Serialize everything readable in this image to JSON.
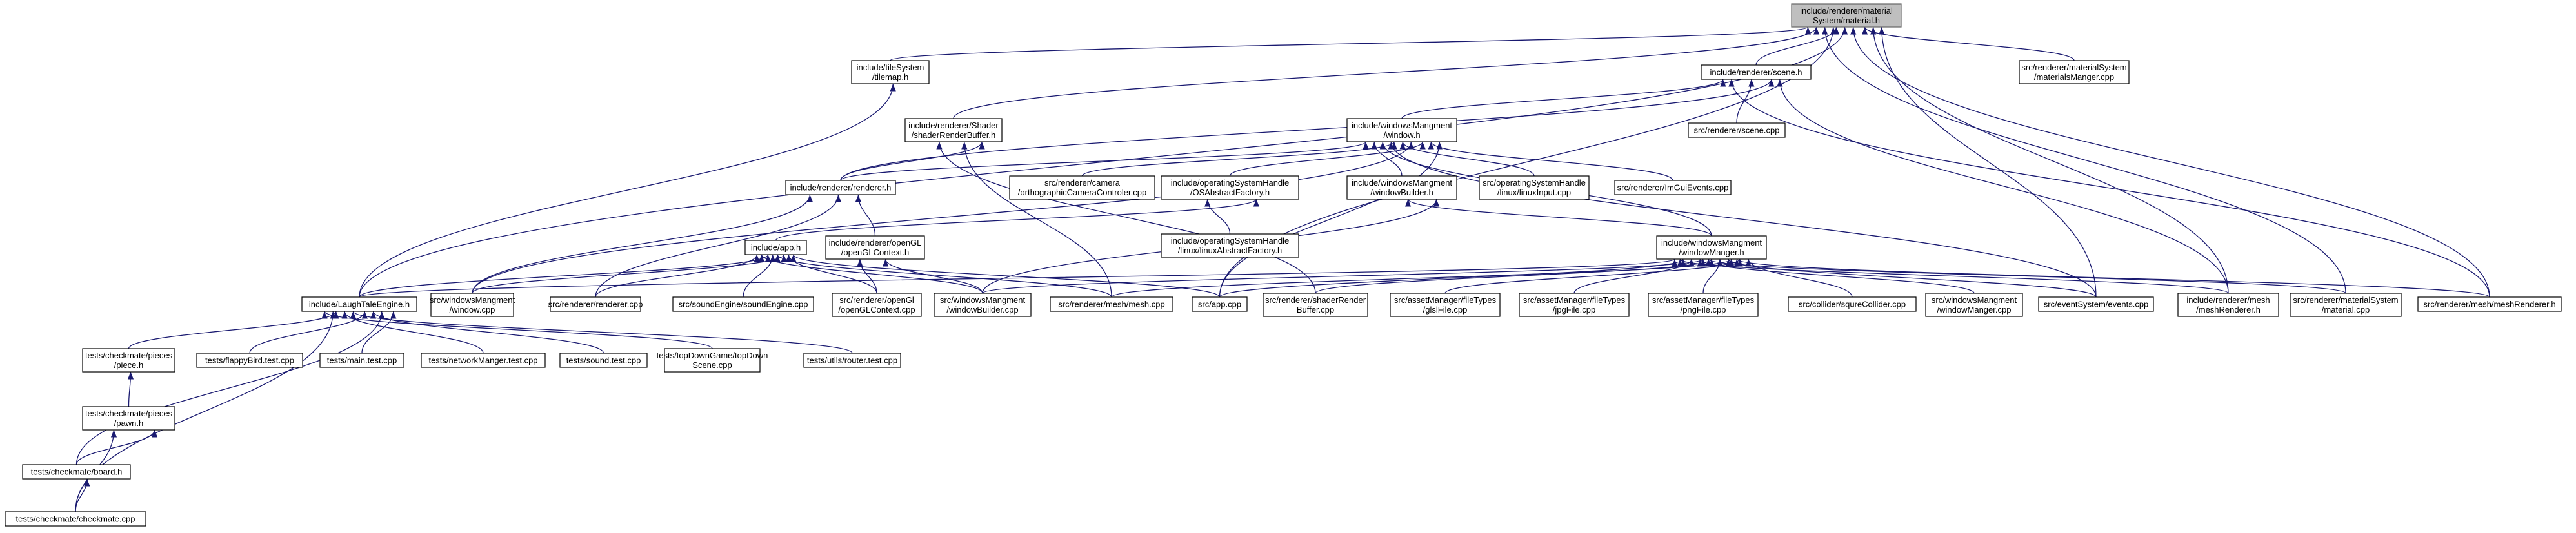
{
  "graph": {
    "type": "include-dependency-graph",
    "colors": {
      "edge": "#191970",
      "node_border": "#000000",
      "root_fill": "#bfbfbf",
      "background": "#ffffff"
    },
    "nodes": [
      {
        "id": "material_h",
        "lines": [
          "include/renderer/material",
          "System/material.h"
        ],
        "root": true
      },
      {
        "id": "tilemap_h",
        "lines": [
          "include/tileSystem",
          "/tilemap.h"
        ]
      },
      {
        "id": "scene_h",
        "lines": [
          "include/renderer/scene.h"
        ]
      },
      {
        "id": "materialsManger_cpp",
        "lines": [
          "src/renderer/materialSystem",
          "/materialsManger.cpp"
        ]
      },
      {
        "id": "shaderRenderBuffer_h",
        "lines": [
          "include/renderer/Shader",
          "/shaderRenderBuffer.h"
        ]
      },
      {
        "id": "window_h",
        "lines": [
          "include/windowsMangment",
          "/window.h"
        ]
      },
      {
        "id": "scene_cpp",
        "lines": [
          "src/renderer/scene.cpp"
        ]
      },
      {
        "id": "renderer_h",
        "lines": [
          "include/renderer/renderer.h"
        ]
      },
      {
        "id": "orthoCamera_cpp",
        "lines": [
          "src/renderer/camera",
          "/orthographicCameraControler.cpp"
        ]
      },
      {
        "id": "OSAbstractFactory_h",
        "lines": [
          "include/operatingSystemHandle",
          "/OSAbstractFactory.h"
        ]
      },
      {
        "id": "windowBuilder_h",
        "lines": [
          "include/windowsMangment",
          "/windowBuilder.h"
        ]
      },
      {
        "id": "linuxInput_cpp",
        "lines": [
          "src/operatingSystemHandle",
          "/linux/linuxInput.cpp"
        ]
      },
      {
        "id": "ImGuiEvents_cpp",
        "lines": [
          "src/renderer/ImGuiEvents.cpp"
        ]
      },
      {
        "id": "app_h",
        "lines": [
          "include/app.h"
        ]
      },
      {
        "id": "openGLContext_h",
        "lines": [
          "include/renderer/openGL",
          "/openGLContext.h"
        ]
      },
      {
        "id": "linuxAbstractFactory_h",
        "lines": [
          "include/operatingSystemHandle",
          "/linux/linuxAbstractFactory.h"
        ]
      },
      {
        "id": "windowManger_h",
        "lines": [
          "include/windowsMangment",
          "/windowManger.h"
        ]
      },
      {
        "id": "LaughTaleEngine_h",
        "lines": [
          "include/LaughTaleEngine.h"
        ]
      },
      {
        "id": "window_cpp",
        "lines": [
          "src/windowsMangment",
          "/window.cpp"
        ]
      },
      {
        "id": "renderer_cpp",
        "lines": [
          "src/renderer/renderer.cpp"
        ]
      },
      {
        "id": "soundEngine_cpp",
        "lines": [
          "src/soundEngine/soundEngine.cpp"
        ]
      },
      {
        "id": "openGLContext_cpp",
        "lines": [
          "src/renderer/openGl",
          "/openGLContext.cpp"
        ]
      },
      {
        "id": "windowBuilder_cpp",
        "lines": [
          "src/windowsMangment",
          "/windowBuilder.cpp"
        ]
      },
      {
        "id": "mesh_cpp",
        "lines": [
          "src/renderer/mesh/mesh.cpp"
        ]
      },
      {
        "id": "app_cpp",
        "lines": [
          "src/app.cpp"
        ]
      },
      {
        "id": "shaderRenderBuffer_cpp",
        "lines": [
          "src/renderer/shaderRender",
          "Buffer.cpp"
        ]
      },
      {
        "id": "glslFile_cpp",
        "lines": [
          "src/assetManager/fileTypes",
          "/glslFile.cpp"
        ]
      },
      {
        "id": "jpgFile_cpp",
        "lines": [
          "src/assetManager/fileTypes",
          "/jpgFile.cpp"
        ]
      },
      {
        "id": "pngFile_cpp",
        "lines": [
          "src/assetManager/fileTypes",
          "/pngFile.cpp"
        ]
      },
      {
        "id": "squreCollider_cpp",
        "lines": [
          "src/collider/squreCollider.cpp"
        ]
      },
      {
        "id": "windowManger_cpp",
        "lines": [
          "src/windowsMangment",
          "/windowManger.cpp"
        ]
      },
      {
        "id": "events_cpp",
        "lines": [
          "src/eventSystem/events.cpp"
        ]
      },
      {
        "id": "meshRenderer_h",
        "lines": [
          "include/renderer/mesh",
          "/meshRenderer.h"
        ]
      },
      {
        "id": "material_cpp",
        "lines": [
          "src/renderer/materialSystem",
          "/material.cpp"
        ]
      },
      {
        "id": "meshRenderer_cpp",
        "lines": [
          "src/renderer/mesh/meshRenderer.h"
        ]
      },
      {
        "id": "piece_h",
        "lines": [
          "tests/checkmate/pieces",
          "/piece.h"
        ]
      },
      {
        "id": "flappyBird_cpp",
        "lines": [
          "tests/flappyBird.test.cpp"
        ]
      },
      {
        "id": "main_test_cpp",
        "lines": [
          "tests/main.test.cpp"
        ]
      },
      {
        "id": "networkManger_cpp",
        "lines": [
          "tests/networkManger.test.cpp"
        ]
      },
      {
        "id": "sound_test_cpp",
        "lines": [
          "tests/sound.test.cpp"
        ]
      },
      {
        "id": "topDownScene_cpp",
        "lines": [
          "tests/topDownGame/topDown",
          "Scene.cpp"
        ]
      },
      {
        "id": "router_cpp",
        "lines": [
          "tests/utils/router.test.cpp"
        ]
      },
      {
        "id": "pawn_h",
        "lines": [
          "tests/checkmate/pieces",
          "/pawn.h"
        ]
      },
      {
        "id": "board_h",
        "lines": [
          "tests/checkmate/board.h"
        ]
      },
      {
        "id": "checkmate_cpp",
        "lines": [
          "tests/checkmate/checkmate.cpp"
        ]
      }
    ]
  }
}
